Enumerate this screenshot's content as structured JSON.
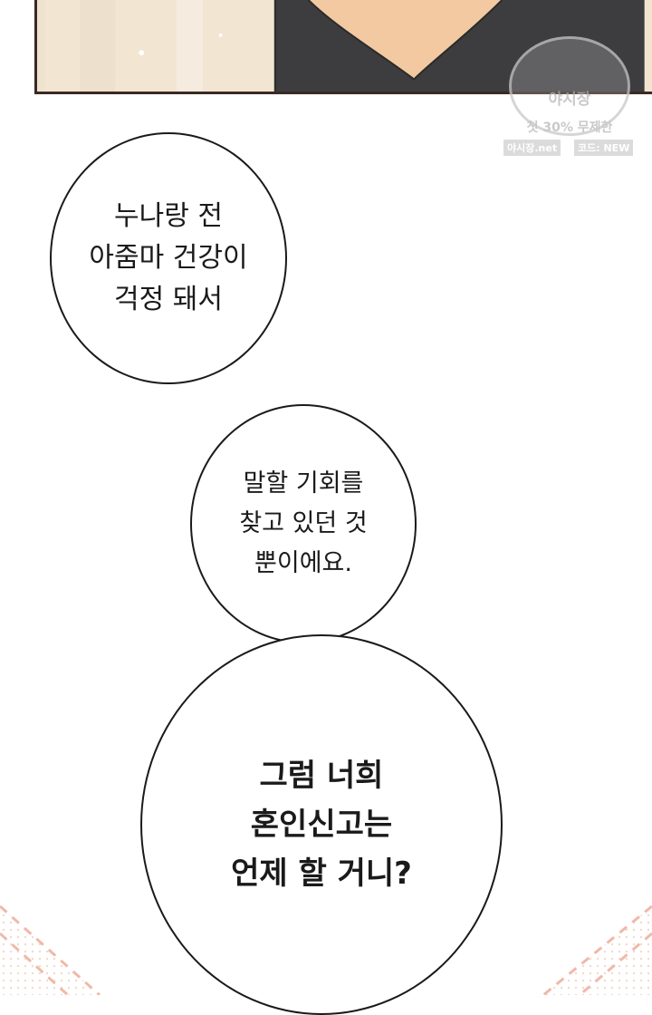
{
  "bubbles": [
    {
      "text": "누나랑 전\n아줌마 건강이\n걱정 돼서"
    },
    {
      "text": "말할 기회를\n찾고 있던 것\n뿐이에요."
    },
    {
      "text": "그럼 너희\n혼인신고는\n언제 할 거니?"
    }
  ],
  "watermark": {
    "name": "야시장",
    "promo": "첫 30% 무제한",
    "site": "야시장.net",
    "code": "코드: NEW"
  },
  "colors": {
    "panel_bg": "#f2e5d2",
    "panel_border": "#3a2a22",
    "outfit": "#3d3d40",
    "skin": "#f2c9a0",
    "bubble_border": "#1a1a1a",
    "deco_dash": "#f0b9a8"
  }
}
